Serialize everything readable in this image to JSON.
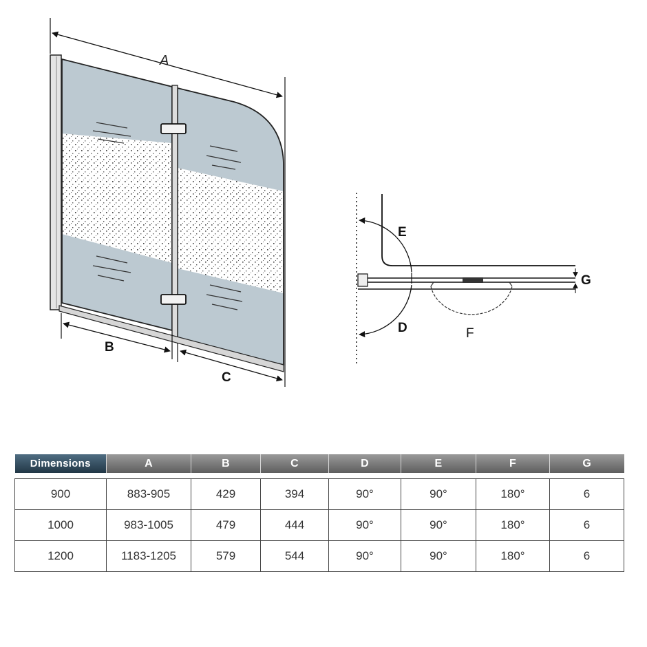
{
  "diagram": {
    "labels": {
      "a": "A",
      "b": "B",
      "c": "C",
      "d": "D",
      "e": "E",
      "f": "F",
      "g": "G"
    }
  },
  "table": {
    "headers": [
      "Dimensions",
      "A",
      "B",
      "C",
      "D",
      "E",
      "F",
      "G"
    ],
    "rows": [
      [
        "900",
        "883-905",
        "429",
        "394",
        "90°",
        "90°",
        "180°",
        "6"
      ],
      [
        "1000",
        "983-1005",
        "479",
        "444",
        "90°",
        "90°",
        "180°",
        "6"
      ],
      [
        "1200",
        "1183-1205",
        "579",
        "544",
        "90°",
        "90°",
        "180°",
        "6"
      ]
    ]
  },
  "colors": {
    "glass_frosted": "#bcc9d1",
    "header_dark": "#2d4556",
    "header_grey": "#7a7a7a"
  }
}
